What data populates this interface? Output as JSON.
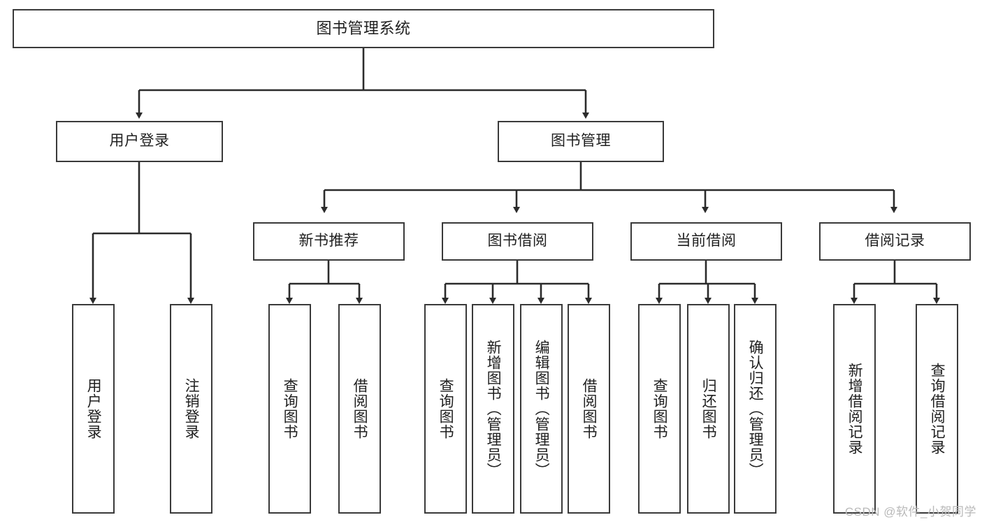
{
  "diagram": {
    "title": "图书管理系统",
    "type": "tree-hierarchy",
    "colors": {
      "box_border": "#3a3a3a",
      "box_fill": "#ffffff",
      "connector": "#2b2b2b",
      "text": "#1f1f1f",
      "watermark": "#b9b9b9"
    },
    "nodes": {
      "root": {
        "label": "图书管理系统"
      },
      "level2": [
        {
          "id": "user-login",
          "label": "用户登录"
        },
        {
          "id": "book-management",
          "label": "图书管理"
        }
      ],
      "level3": [
        {
          "id": "new-book-recommend",
          "label": "新书推荐"
        },
        {
          "id": "book-borrow",
          "label": "图书借阅"
        },
        {
          "id": "current-borrow",
          "label": "当前借阅"
        },
        {
          "id": "borrow-record",
          "label": "借阅记录"
        }
      ],
      "leaves": {
        "user-login": [
          {
            "id": "leaf-user-login",
            "label": "用户登录"
          },
          {
            "id": "leaf-logout",
            "label": "注销登录"
          }
        ],
        "new-book-recommend": [
          {
            "id": "leaf-query-book-1",
            "label": "查询图书"
          },
          {
            "id": "leaf-borrow-book-1",
            "label": "借阅图书"
          }
        ],
        "book-borrow": [
          {
            "id": "leaf-query-book-2",
            "label": "查询图书"
          },
          {
            "id": "leaf-add-book",
            "label": "新增图书（管理员）"
          },
          {
            "id": "leaf-edit-book",
            "label": "编辑图书（管理员）"
          },
          {
            "id": "leaf-borrow-book-2",
            "label": "借阅图书"
          }
        ],
        "current-borrow": [
          {
            "id": "leaf-query-book-3",
            "label": "查询图书"
          },
          {
            "id": "leaf-return-book",
            "label": "归还图书"
          },
          {
            "id": "leaf-confirm-return",
            "label": "确认归还（管理员）"
          }
        ],
        "borrow-record": [
          {
            "id": "leaf-add-record",
            "label": "新增借阅记录"
          },
          {
            "id": "leaf-query-record",
            "label": "查询借阅记录"
          }
        ]
      }
    },
    "watermark": "CSDN @软件_小贺同学"
  }
}
